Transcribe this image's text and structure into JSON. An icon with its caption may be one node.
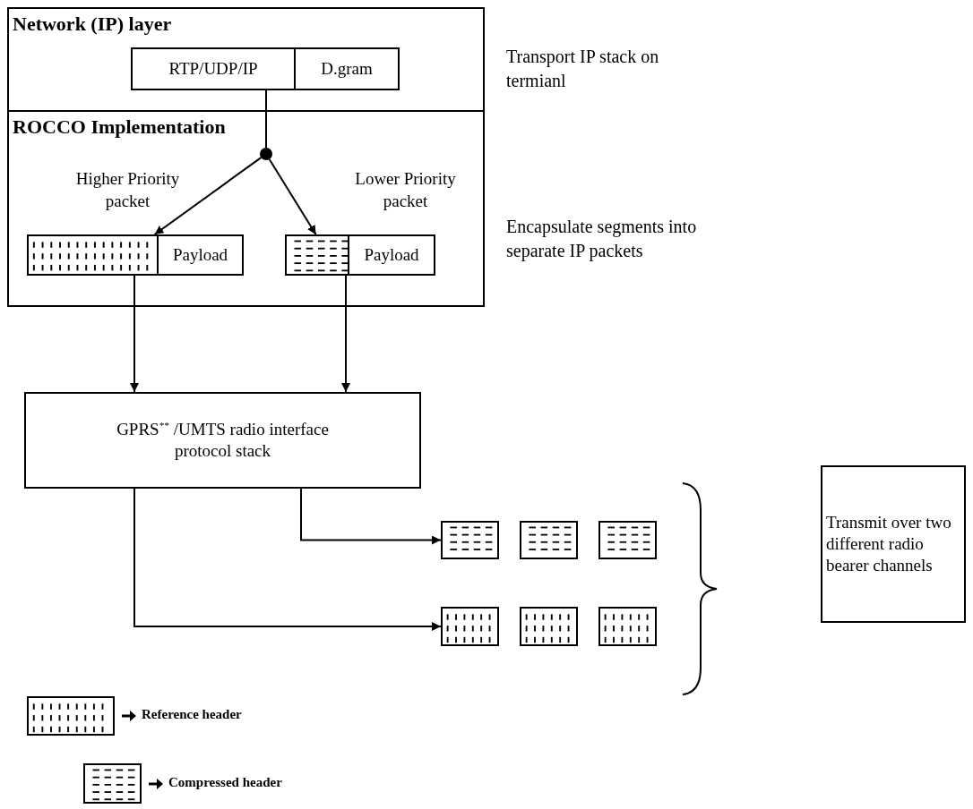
{
  "diagram": {
    "nodes": [
      {
        "text": [
          "Network (IP) layer"
        ]
      },
      {
        "text": [
          "RTP/UDP/IP"
        ],
        "in": 0
      },
      {
        "text": [
          "D.gram"
        ],
        "in": 0
      },
      {
        "text": [
          "ROCCO Implementation"
        ]
      },
      {
        "text": [],
        "shape": "circle",
        "in": 3
      },
      {
        "text": [],
        "shape": "box",
        "in": 3,
        "beside": [
          "Higher Priority packet"
        ]
      },
      {
        "text": [
          "Payload"
        ],
        "in": 3
      },
      {
        "text": [],
        "shape": "box",
        "in": 3,
        "beside": [
          "Lower Priority packet"
        ]
      },
      {
        "text": [
          "Payload"
        ],
        "in": 3
      },
      {
        "text": [
          "GPRS$^{**}$ /UMTS radio interface protocol stack"
        ]
      },
      {
        "text": [],
        "shape": "box"
      },
      {
        "text": [],
        "shape": "box"
      },
      {
        "text": [],
        "shape": "box"
      },
      {
        "text": [],
        "shape": "box"
      },
      {
        "text": [],
        "shape": "box"
      },
      {
        "text": [],
        "shape": "box"
      },
      {
        "text": [
          "Transmit over two different radio bearer channels"
        ]
      },
      {
        "text": [],
        "shape": "box"
      },
      {
        "text": [],
        "shape": "box"
      }
    ],
    "edges": [
      {
        "from": 1,
        "to": 4,
        "arrow": "none"
      },
      {
        "from": 4,
        "to": 5,
        "arrow": "to"
      },
      {
        "from": 4,
        "to": 7,
        "arrow": "to"
      },
      {
        "from": 5,
        "to": 9,
        "arrow": "to"
      },
      {
        "from": 7,
        "to": 9,
        "arrow": "to"
      },
      {
        "from": 9,
        "to": 10,
        "arrow": "to"
      },
      {
        "from": 9,
        "to": 13,
        "arrow": "to"
      }
    ],
    "labels": [
      "Transport IP stack on termianl",
      "Encapsulate segments into separate IP packets"
    ],
    "legend": [
      {
        "text": "Reference header"
      },
      {
        "text": "Compressed header"
      }
    ]
  }
}
